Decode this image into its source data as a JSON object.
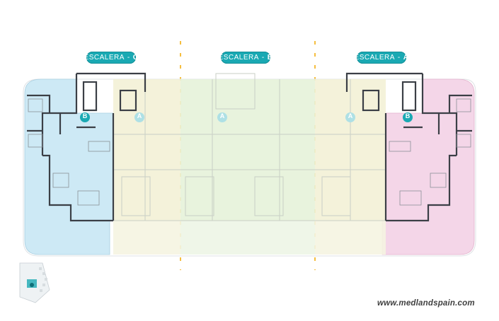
{
  "stairs": [
    {
      "text": "ESCALERA",
      "sep": "-",
      "letter": "C"
    },
    {
      "text": "ESCALERA",
      "sep": "-",
      "letter": "B"
    },
    {
      "text": "ESCALERA",
      "sep": "-",
      "letter": "A"
    }
  ],
  "unit_markers": [
    "B",
    "A",
    "A",
    "A",
    "B"
  ],
  "watermark": {
    "prefix": "www.",
    "domain": "medlandspain",
    "suffix": ".com"
  },
  "colors": {
    "accent": "#1aa9b3",
    "left_unit_fill": "#cde9f5",
    "right_unit_fill": "#f4d6e8",
    "faded_green": "#e6f2da",
    "faded_yellow": "#f3f1d6",
    "divider": "#f2a900",
    "wall": "#3b3f46"
  }
}
